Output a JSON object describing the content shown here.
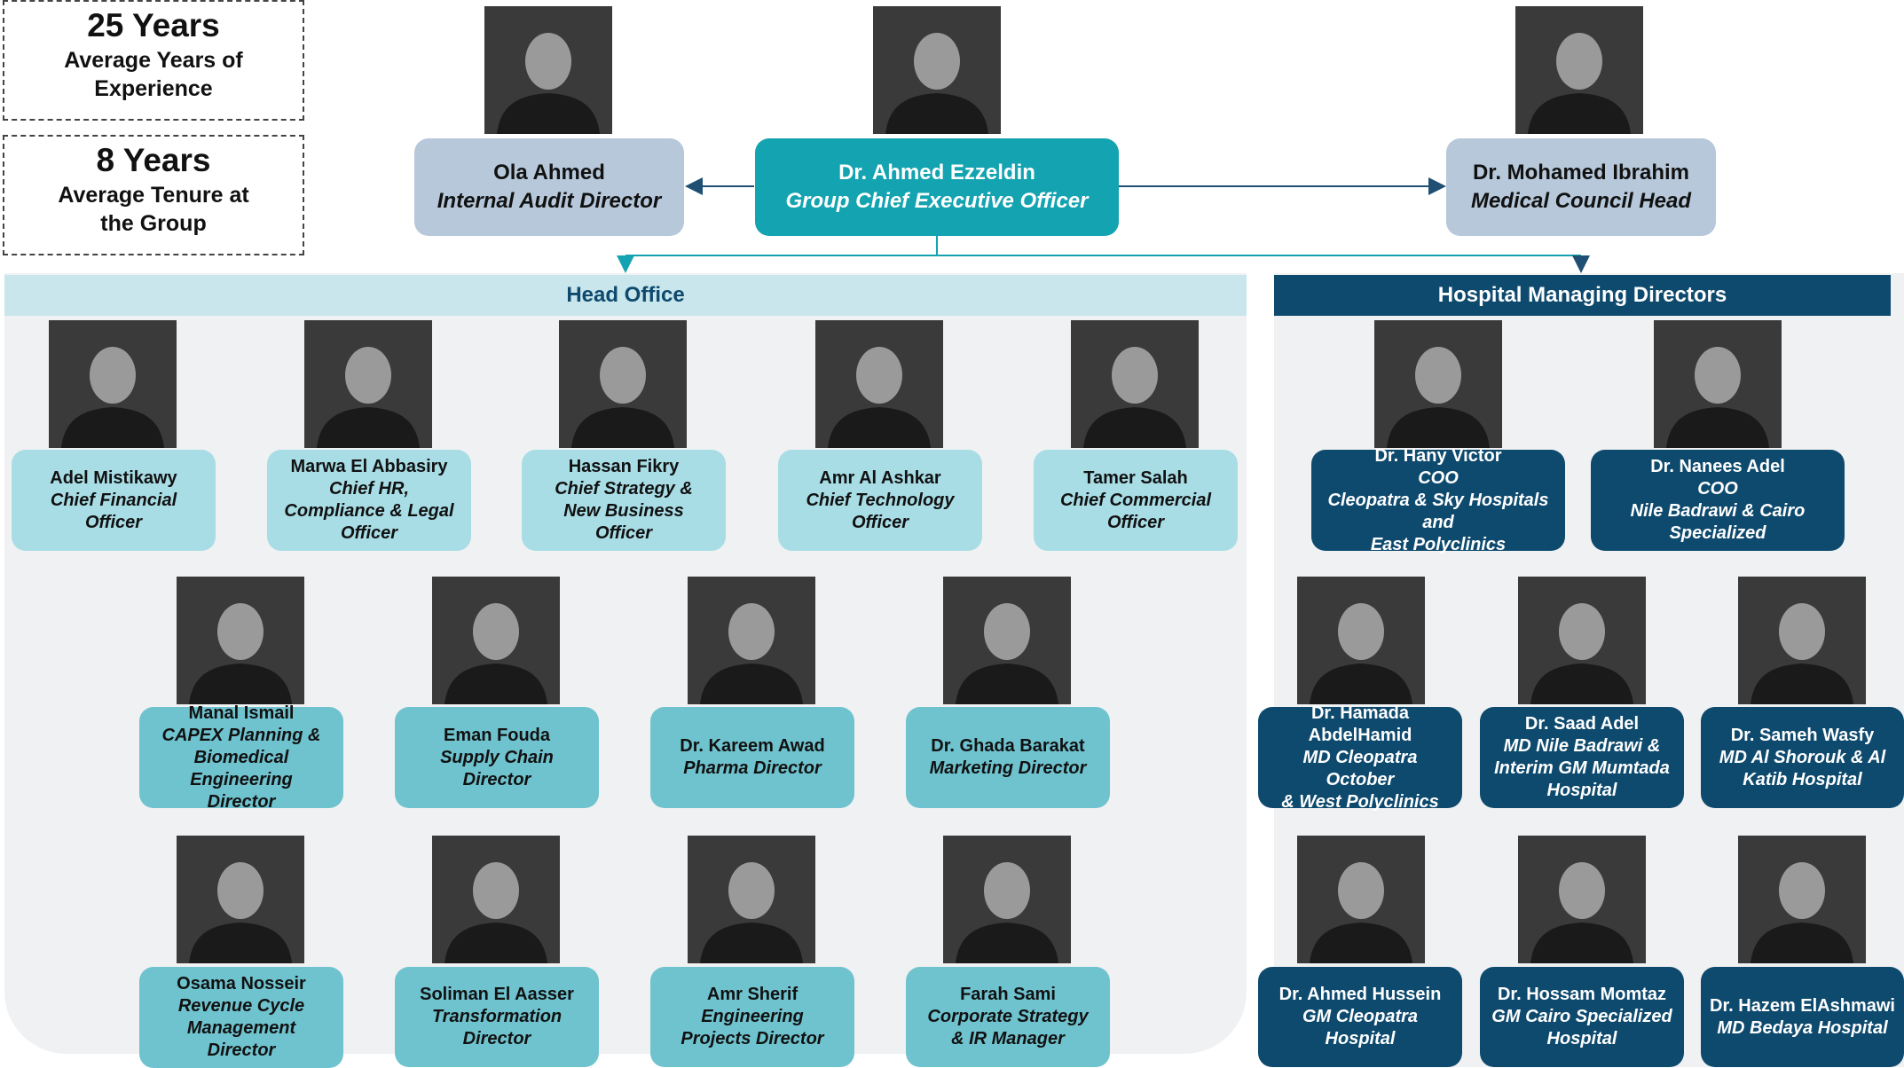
{
  "stats": [
    {
      "big": "25 Years",
      "sub": "Average Years of Experience"
    },
    {
      "big": "8 Years",
      "sub": "Average Tenure at the Group"
    }
  ],
  "top": {
    "ceo": {
      "name": "Dr. Ahmed Ezzeldin",
      "title": "Group Chief Executive Officer"
    },
    "audit": {
      "name": "Ola Ahmed",
      "title": "Internal Audit Director"
    },
    "medical": {
      "name": "Dr. Mohamed Ibrahim",
      "title": "Medical Council Head"
    }
  },
  "head_office": {
    "label": "Head Office",
    "row1": [
      {
        "name": "Adel Mistikawy",
        "title": "Chief Financial\nOfficer"
      },
      {
        "name": "Marwa El Abbasiry",
        "title": "Chief HR,\nCompliance & Legal\nOfficer"
      },
      {
        "name": "Hassan Fikry",
        "title": "Chief Strategy &\nNew Business\nOfficer"
      },
      {
        "name": "Amr Al Ashkar",
        "title": "Chief Technology\nOfficer"
      },
      {
        "name": "Tamer Salah",
        "title": "Chief Commercial\nOfficer"
      }
    ],
    "row2": [
      {
        "name": "Manal Ismail",
        "title": "CAPEX Planning &\nBiomedical\nEngineering\nDirector"
      },
      {
        "name": "Eman Fouda",
        "title": "Supply Chain\nDirector"
      },
      {
        "name": "Dr. Kareem Awad",
        "title": "Pharma Director"
      },
      {
        "name": "Dr. Ghada Barakat",
        "title": "Marketing Director"
      }
    ],
    "row3": [
      {
        "name": "Osama Nosseir",
        "title": "Revenue Cycle\nManagement\nDirector"
      },
      {
        "name": "Soliman El Aasser",
        "title": "Transformation\nDirector"
      },
      {
        "name": "Amr Sherif",
        "title": "Engineering\nProjects Director"
      },
      {
        "name": "Farah Sami",
        "title": "Corporate Strategy\n& IR Manager"
      }
    ]
  },
  "hospital": {
    "label": "Hospital Managing Directors",
    "row1": [
      {
        "name": "Dr. Hany Victor",
        "title": "COO\nCleopatra & Sky Hospitals and\nEast Polyclinics"
      },
      {
        "name": "Dr. Nanees Adel",
        "title": "COO\nNile Badrawi & Cairo\nSpecialized"
      }
    ],
    "row2": [
      {
        "name": "Dr. Hamada\nAbdelHamid",
        "title": "MD Cleopatra October\n& West Polyclinics"
      },
      {
        "name": "Dr. Saad Adel",
        "title": "MD Nile Badrawi &\nInterim GM Mumtada\nHospital"
      },
      {
        "name": "Dr. Sameh Wasfy",
        "title": "MD Al Shorouk & Al\nKatib Hospital"
      }
    ],
    "row3": [
      {
        "name": "Dr. Ahmed Hussein",
        "title": "GM Cleopatra Hospital"
      },
      {
        "name": "Dr. Hossam Momtaz",
        "title": "GM Cairo Specialized\nHospital"
      },
      {
        "name": "Dr. Hazem ElAshmawi",
        "title": "MD Bedaya Hospital"
      }
    ]
  },
  "colors": {
    "ceo": "#14a3b0",
    "top_side": "#b6c8da",
    "ho_row1": "#a8dde6",
    "ho_rows": "#6fc3cf",
    "hmd": "#0e4a6e",
    "ho_header": "#c8e6ec",
    "hmd_header": "#0e4a6e"
  }
}
